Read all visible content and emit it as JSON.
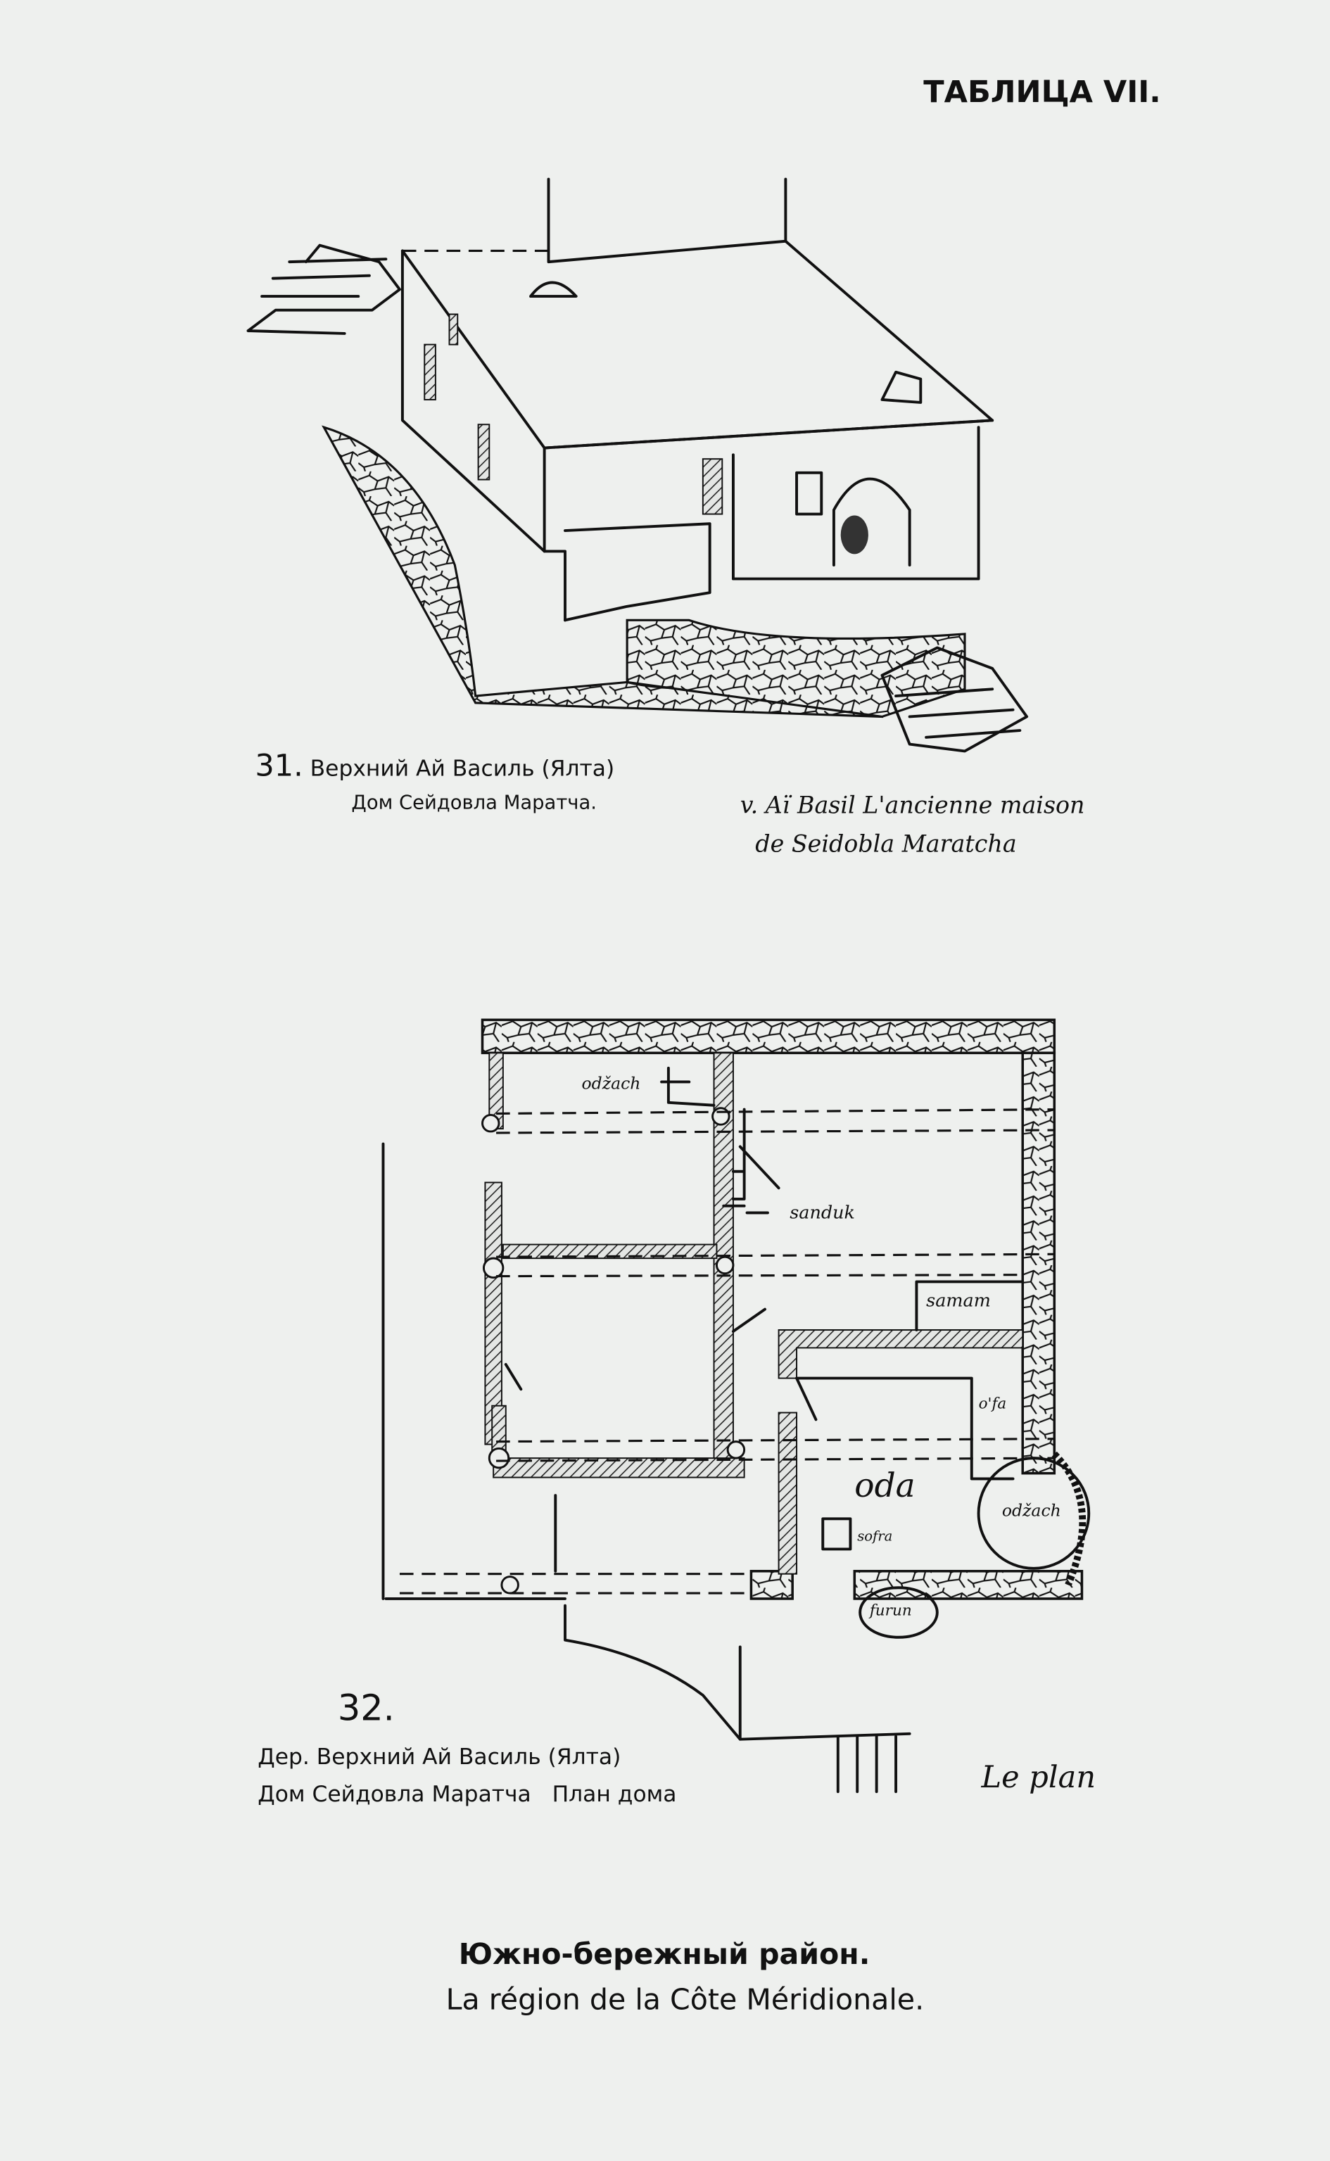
{
  "header": {
    "plate_label": "ТАБЛИЦА VII."
  },
  "figure_31": {
    "number": "31.",
    "caption_ru_line1": "Верхний Ай Василь (Ялта)",
    "caption_ru_line2": "Дом Сейдовла Маратча.",
    "caption_fr_line1": "v. Aï Basil  L'ancienne maison",
    "caption_fr_line2": "de Seidobla Maratcha"
  },
  "figure_32": {
    "number": "32.",
    "caption_ru_line1": "Дер. Верхний Ай Василь (Ялта)",
    "caption_ru_line2": "Дом Сейдовла Маратча   План дома",
    "caption_fr": "Le plan",
    "room_labels": {
      "odzach_top": "odžach",
      "sanduk": "sanduk",
      "samam": "samam",
      "ofa": "o'fa",
      "oda": "oda",
      "sofra": "sofra",
      "odzach_hearth": "odžach",
      "furun": "furun"
    }
  },
  "footer": {
    "title_ru": "Южно-бережный район.",
    "title_fr": "La région de la Côte Méridionale."
  }
}
